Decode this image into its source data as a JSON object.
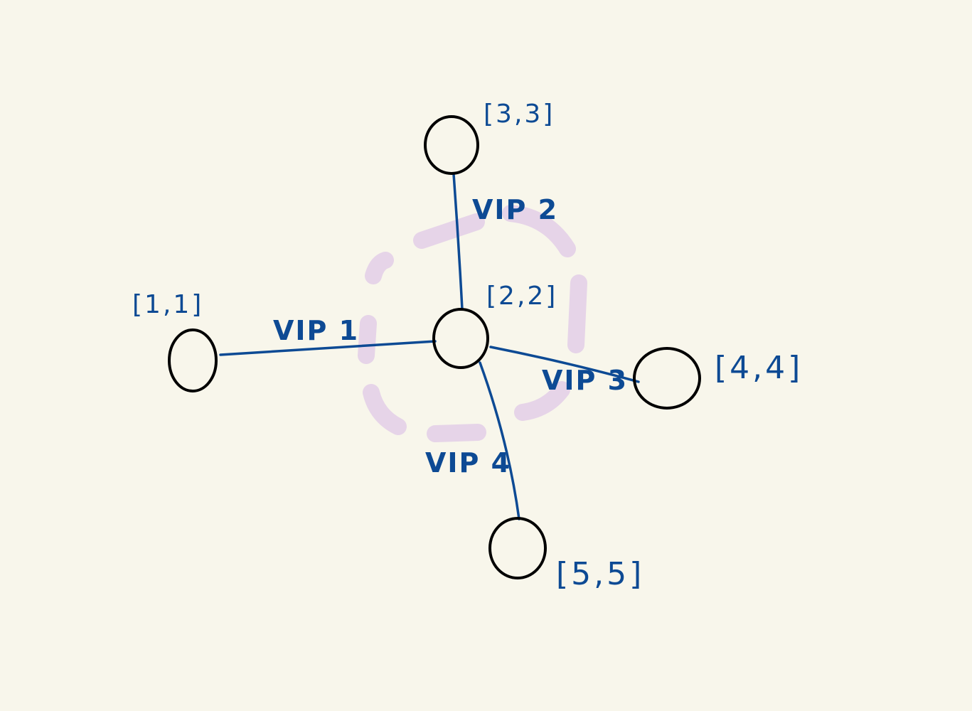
{
  "diagram": {
    "nodes": [
      {
        "id": "n1",
        "label": "[1,1]"
      },
      {
        "id": "n2",
        "label": "[2,2]"
      },
      {
        "id": "n3",
        "label": "[3,3]"
      },
      {
        "id": "n4",
        "label": "[4,4]"
      },
      {
        "id": "n5",
        "label": "[5,5]"
      }
    ],
    "edges": [
      {
        "from": "n2",
        "to": "n1",
        "label": "VIP 1"
      },
      {
        "from": "n2",
        "to": "n3",
        "label": "VIP 2"
      },
      {
        "from": "n2",
        "to": "n4",
        "label": "VIP 3"
      },
      {
        "from": "n2",
        "to": "n5",
        "label": "VIP 4"
      }
    ],
    "colors": {
      "background": "#f8f6eb",
      "node_stroke": "#000000",
      "ink": "#0d4a94",
      "highlight_ring": "#e6d4e8"
    }
  }
}
